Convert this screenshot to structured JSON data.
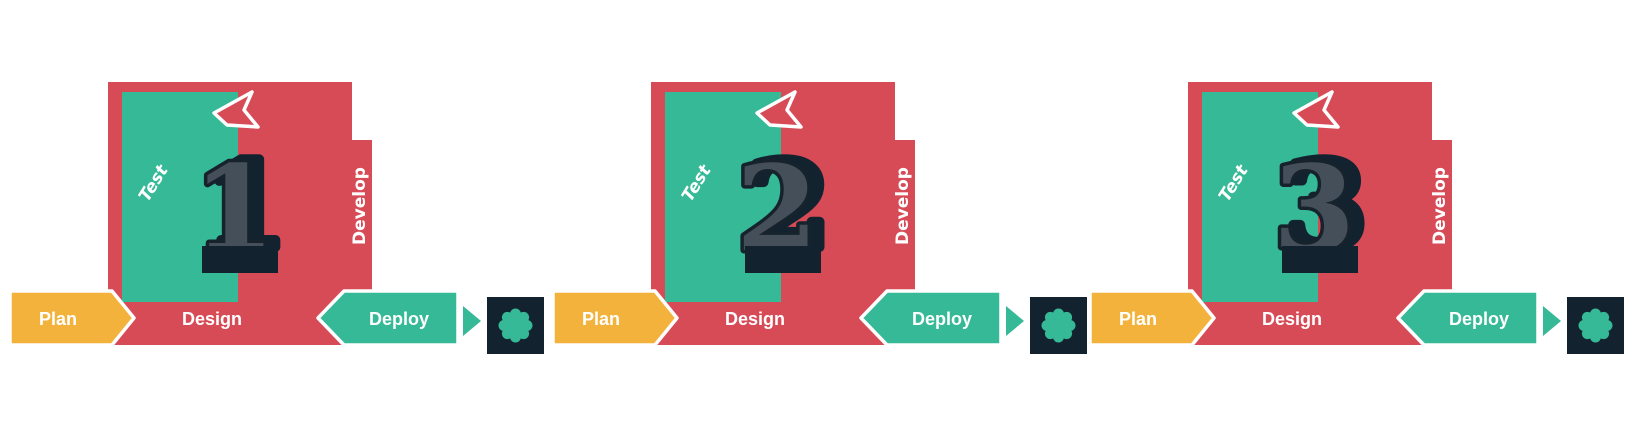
{
  "diagram": {
    "background": "#FFFFFF",
    "colors": {
      "teal": "#35B997",
      "red": "#D74B57",
      "yellow": "#F3B23C",
      "navy": "#13222F",
      "number_face": "#454F5A",
      "number_outline": "#16222C",
      "halo": "#FFFFFF"
    },
    "iterations": [
      {
        "number": "1",
        "stages": {
          "plan": "Plan",
          "design": "Design",
          "develop": "Develop",
          "test": "Test",
          "deploy": "Deploy"
        },
        "icon": "gear-icon"
      },
      {
        "number": "2",
        "stages": {
          "plan": "Plan",
          "design": "Design",
          "develop": "Develop",
          "test": "Test",
          "deploy": "Deploy"
        },
        "icon": "gear-icon"
      },
      {
        "number": "3",
        "stages": {
          "plan": "Plan",
          "design": "Design",
          "develop": "Develop",
          "test": "Test",
          "deploy": "Deploy"
        },
        "icon": "gear-icon"
      }
    ]
  }
}
